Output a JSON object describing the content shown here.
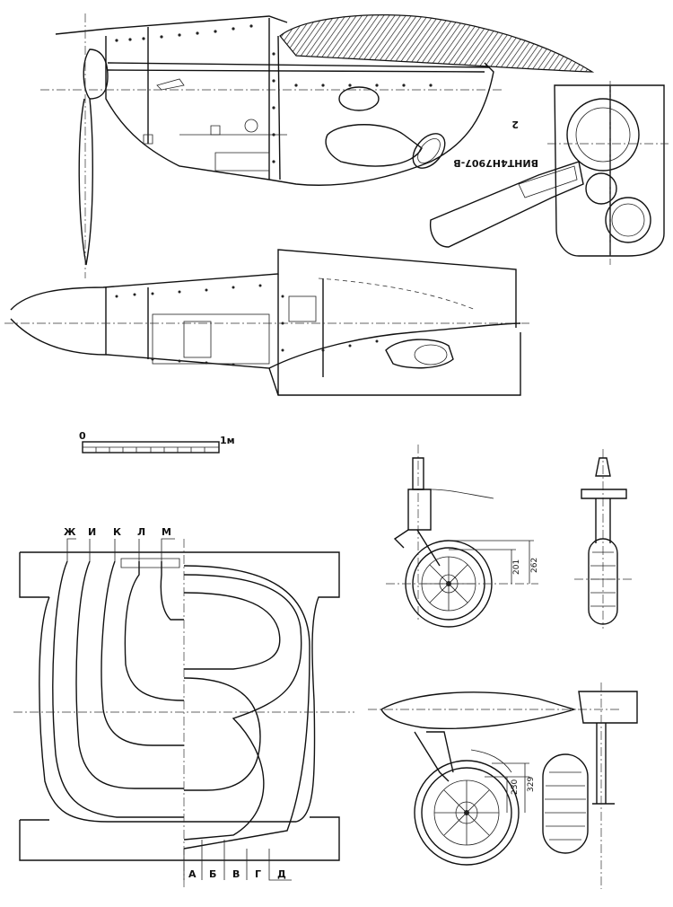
{
  "scale": {
    "start": "0",
    "end": "1м"
  },
  "section_labels_top": [
    "Ж",
    "И",
    "К",
    "Л",
    "М"
  ],
  "section_labels_bottom": [
    "А",
    "Б",
    "В",
    "Г",
    "Д"
  ],
  "prop_caption": {
    "line1": "ВИНТ4Н7907-В",
    "line2": "2"
  },
  "gear_side_dims": [
    "262",
    "201"
  ],
  "gear_lower_dims": [
    "329",
    "230"
  ]
}
